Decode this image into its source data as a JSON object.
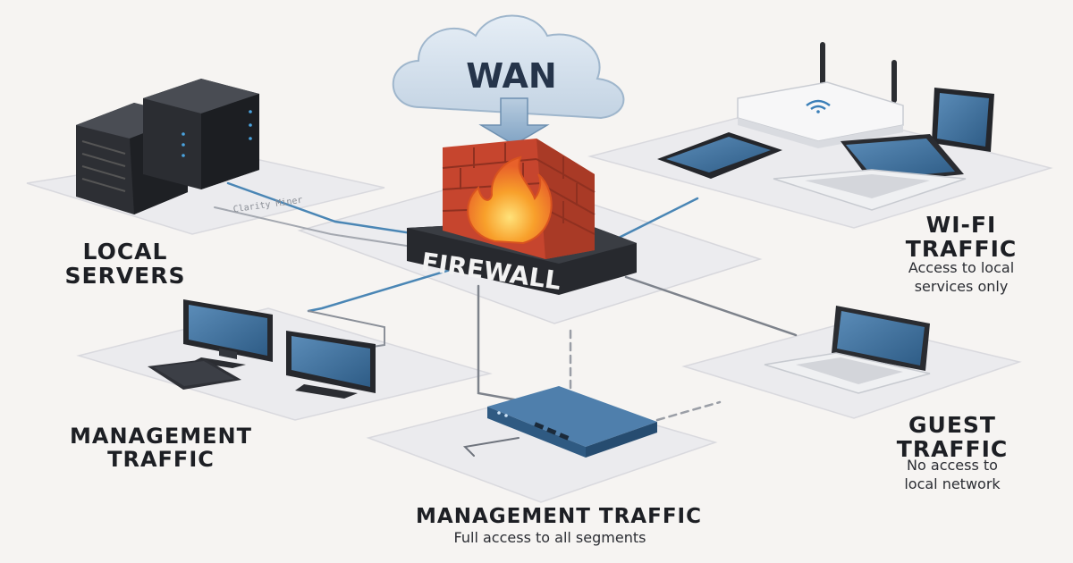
{
  "wan": {
    "label": "WAN"
  },
  "firewall": {
    "label": "FIREWALL"
  },
  "local_servers": {
    "lines": [
      "LOCAL",
      "SERVERS"
    ],
    "overlay_text": "Clarity Miner"
  },
  "wifi": {
    "lines": [
      "WI-FI",
      "TRAFFIC"
    ],
    "desc_lines": [
      "Access to local",
      "services only"
    ]
  },
  "management_left": {
    "lines": [
      "MANAGEMENT",
      "TRAFFIC"
    ]
  },
  "guest": {
    "lines": [
      "GUEST",
      "TRAFFIC"
    ],
    "desc_lines": [
      "No access to",
      "local network"
    ]
  },
  "management_bottom": {
    "title": "MANAGEMENT TRAFFIC",
    "desc": "Full access to all segments"
  },
  "colors": {
    "platform": "#e9e9ec",
    "link": "#4a86b5",
    "link_gray": "#8a8f98",
    "screen": "#3f6f9a",
    "device_dark": "#2d2f34",
    "switch": "#3d6a93",
    "brick": "#d9553b",
    "flame": "#f5a623"
  }
}
